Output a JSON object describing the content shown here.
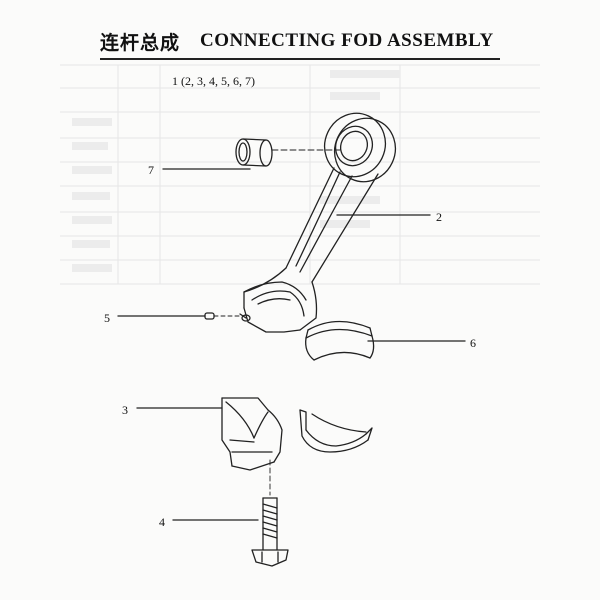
{
  "header": {
    "title_cn": "连杆总成",
    "title_en": "CONNECTING FOD ASSEMBLY"
  },
  "sub_label": "1 (2, 3, 4, 5, 6, 7)",
  "callouts": {
    "c2": "2",
    "c3": "3",
    "c4": "4",
    "c5": "5",
    "c6": "6",
    "c7": "7"
  },
  "colors": {
    "ink": "#222222",
    "bleed": "#e4e4e4",
    "paper": "#fbfbfa"
  }
}
